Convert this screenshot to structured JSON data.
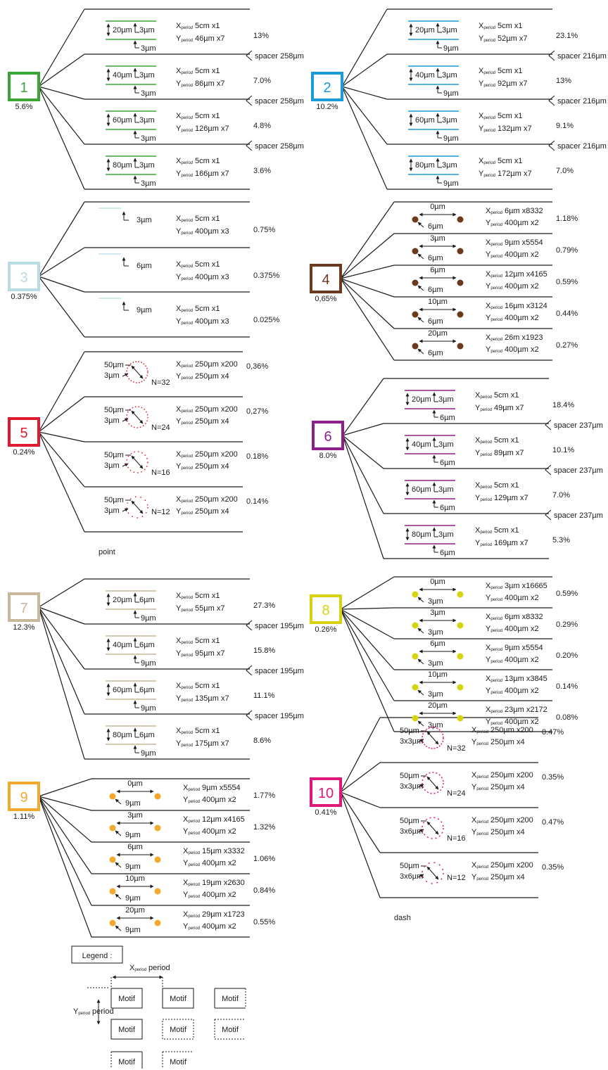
{
  "colors": {
    "1": "#3aa534",
    "2": "#1a9ad8",
    "3": "#b7dde3",
    "4": "#6b3a1e",
    "5": "#e0192e",
    "6": "#8e1e8a",
    "7": "#c9b79c",
    "8": "#d9d20f",
    "9": "#f2a92c",
    "10": "#e0177b",
    "line": "#1a1a1a"
  },
  "labels": {
    "x_period": "X",
    "y_period": "Y",
    "period_sub": "period",
    "n32": "N=32",
    "n24": "N=24",
    "n16": "N=16",
    "n12": "N=12",
    "point": "point",
    "dash": "dash",
    "legend": "Legend :",
    "motif": "Motif"
  },
  "groups": [
    {
      "id": "1",
      "pct": "5.6%",
      "spacers": [
        "spacer 258µm",
        "spacer 258µm",
        "spacer 258µm"
      ],
      "rows": [
        {
          "w": "20µm",
          "g": "3µm",
          "t": "3µm",
          "x": "5cm x1",
          "y": "46µm x7",
          "p": "13%"
        },
        {
          "w": "40µm",
          "g": "3µm",
          "t": "3µm",
          "x": "5cm x1",
          "y": "86µm x7",
          "p": "7.0%"
        },
        {
          "w": "60µm",
          "g": "3µm",
          "t": "3µm",
          "x": "5cm x1",
          "y": "126µm x7",
          "p": "4.8%"
        },
        {
          "w": "80µm",
          "g": "3µm",
          "t": "3µm",
          "x": "5cm x1",
          "y": "166µm x7",
          "p": "3.6%"
        }
      ]
    },
    {
      "id": "2",
      "pct": "10.2%",
      "spacers": [
        "spacer 216µm",
        "spacer 216µm",
        "spacer 216µm"
      ],
      "rows": [
        {
          "w": "20µm",
          "g": "3µm",
          "t": "9µm",
          "x": "5cm x1",
          "y": "52µm x7",
          "p": "23.1%"
        },
        {
          "w": "40µm",
          "g": "3µm",
          "t": "9µm",
          "x": "5cm x1",
          "y": "92µm x7",
          "p": "13%"
        },
        {
          "w": "60µm",
          "g": "3µm",
          "t": "9µm",
          "x": "5cm x1",
          "y": "132µm x7",
          "p": "9.1%"
        },
        {
          "w": "80µm",
          "g": "3µm",
          "t": "9µm",
          "x": "5cm x1",
          "y": "172µm x7",
          "p": "7.0%"
        }
      ]
    },
    {
      "id": "3",
      "pct": "0.375%",
      "rows": [
        {
          "t": "3µm",
          "x": "5cm x1",
          "y": "400µm x3",
          "p": "0.75%"
        },
        {
          "t": "6µm",
          "x": "5cm x1",
          "y": "400µm x3",
          "p": "0.375%"
        },
        {
          "t": "9µm",
          "x": "5cm x1",
          "y": "400µm x3",
          "p": "0.025%"
        }
      ]
    },
    {
      "id": "4",
      "pct": "0,65%",
      "rows": [
        {
          "s": "0µm",
          "d": "6µm",
          "x": "6µm x8332",
          "y": "400µm x2",
          "p": "1.18%"
        },
        {
          "s": "3µm",
          "d": "6µm",
          "x": "9µm x5554",
          "y": "400µm x2",
          "p": "0.79%"
        },
        {
          "s": "6µm",
          "d": "6µm",
          "x": "12µm x4165",
          "y": "400µm x2",
          "p": "0.59%"
        },
        {
          "s": "10µm",
          "d": "6µm",
          "x": "16µm x3124",
          "y": "400µm x2",
          "p": "0.44%"
        },
        {
          "s": "20µm",
          "d": "6µm",
          "x": "26m x1923",
          "y": "400µm x2",
          "p": "0.27%"
        }
      ]
    },
    {
      "id": "5",
      "pct": "0.24%",
      "rows": [
        {
          "a": "50µm",
          "b": "3µm",
          "x": "250µm x200",
          "y": "250µm x4",
          "p": "0,36%"
        },
        {
          "a": "50µm",
          "b": "3µm",
          "x": "250µm x200",
          "y": "250µm x4",
          "p": "0,27%"
        },
        {
          "a": "50µm",
          "b": "3µm",
          "x": "250µm x200",
          "y": "250µm x4",
          "p": "0.18%"
        },
        {
          "a": "50µm",
          "b": "3µm",
          "x": "250µm x200",
          "y": "250µm x4",
          "p": "0.14%"
        }
      ]
    },
    {
      "id": "6",
      "pct": "8.0%",
      "spacers": [
        "spacer 237µm",
        "spacer 237µm",
        "spacer 237µm"
      ],
      "rows": [
        {
          "w": "20µm",
          "g": "3µm",
          "t": "6µm",
          "x": "5cm x1",
          "y": "49µm x7",
          "p": "18.4%"
        },
        {
          "w": "40µm",
          "g": "3µm",
          "t": "6µm",
          "x": "5cm x1",
          "y": "89µm x7",
          "p": "10.1%"
        },
        {
          "w": "60µm",
          "g": "3µm",
          "t": "6µm",
          "x": "5cm x1",
          "y": "129µm x7",
          "p": "7.0%"
        },
        {
          "w": "80µm",
          "g": "3µm",
          "t": "6µm",
          "x": "5cm x1",
          "y": "169µm x7",
          "p": "5.3%"
        }
      ]
    },
    {
      "id": "7",
      "pct": "12.3%",
      "spacers": [
        "spacer 195µm",
        "spacer 195µm",
        "spacer 195µm"
      ],
      "rows": [
        {
          "w": "20µm",
          "g": "6µm",
          "t": "9µm",
          "x": "5cm x1",
          "y": "55µm x7",
          "p": "27.3%"
        },
        {
          "w": "40µm",
          "g": "6µm",
          "t": "9µm",
          "x": "5cm x1",
          "y": "95µm x7",
          "p": "15.8%"
        },
        {
          "w": "60µm",
          "g": "6µm",
          "t": "9µm",
          "x": "5cm x1",
          "y": "135µm x7",
          "p": "11.1%"
        },
        {
          "w": "80µm",
          "g": "6µm",
          "t": "9µm",
          "x": "5cm x1",
          "y": "175µm x7",
          "p": "8.6%"
        }
      ]
    },
    {
      "id": "8",
      "pct": "0.26%",
      "rows": [
        {
          "s": "0µm",
          "d": "3µm",
          "x": "3µm x16665",
          "y": "400µm x2",
          "p": "0.59%"
        },
        {
          "s": "3µm",
          "d": "3µm",
          "x": "6µm x8332",
          "y": "400µm x2",
          "p": "0.29%"
        },
        {
          "s": "6µm",
          "d": "3µm",
          "x": "9µm x5554",
          "y": "400µm x2",
          "p": "0.20%"
        },
        {
          "s": "10µm",
          "d": "3µm",
          "x": "13µm x3845",
          "y": "400µm x2",
          "p": "0.14%"
        },
        {
          "s": "20µm",
          "d": "3µm",
          "x": "23µm x2172",
          "y": "400µm x2",
          "p": "0.08%"
        }
      ]
    },
    {
      "id": "9",
      "pct": "1.11%",
      "rows": [
        {
          "s": "0µm",
          "d": "9µm",
          "x": "9µm x5554",
          "y": "400µm x2",
          "p": "1.77%"
        },
        {
          "s": "3µm",
          "d": "9µm",
          "x": "12µm x4165",
          "y": "400µm x2",
          "p": "1.32%"
        },
        {
          "s": "6µm",
          "d": "9µm",
          "x": "15µm x3332",
          "y": "400µm x2",
          "p": "1.06%"
        },
        {
          "s": "10µm",
          "d": "9µm",
          "x": "19µm x2630",
          "y": "400µm x2",
          "p": "0.84%"
        },
        {
          "s": "20µm",
          "d": "9µm",
          "x": "29µm x1723",
          "y": "400µm x2",
          "p": "0.55%"
        }
      ]
    },
    {
      "id": "10",
      "pct": "0.41%",
      "rows": [
        {
          "a": "50µm",
          "b": "3x3µm",
          "x": "250µm x200",
          "y": "250µm x4",
          "p": "0.47%"
        },
        {
          "a": "50µm",
          "b": "3x3µm",
          "x": "250µm x200",
          "y": "250µm x4",
          "p": "0.35%"
        },
        {
          "a": "50µm",
          "b": "3x6µm",
          "x": "250µm x200",
          "y": "250µm x4",
          "p": "0.47%"
        },
        {
          "a": "50µm",
          "b": "3x6µm",
          "x": "250µm x200",
          "y": "250µm x4",
          "p": "0.35%"
        }
      ]
    }
  ]
}
